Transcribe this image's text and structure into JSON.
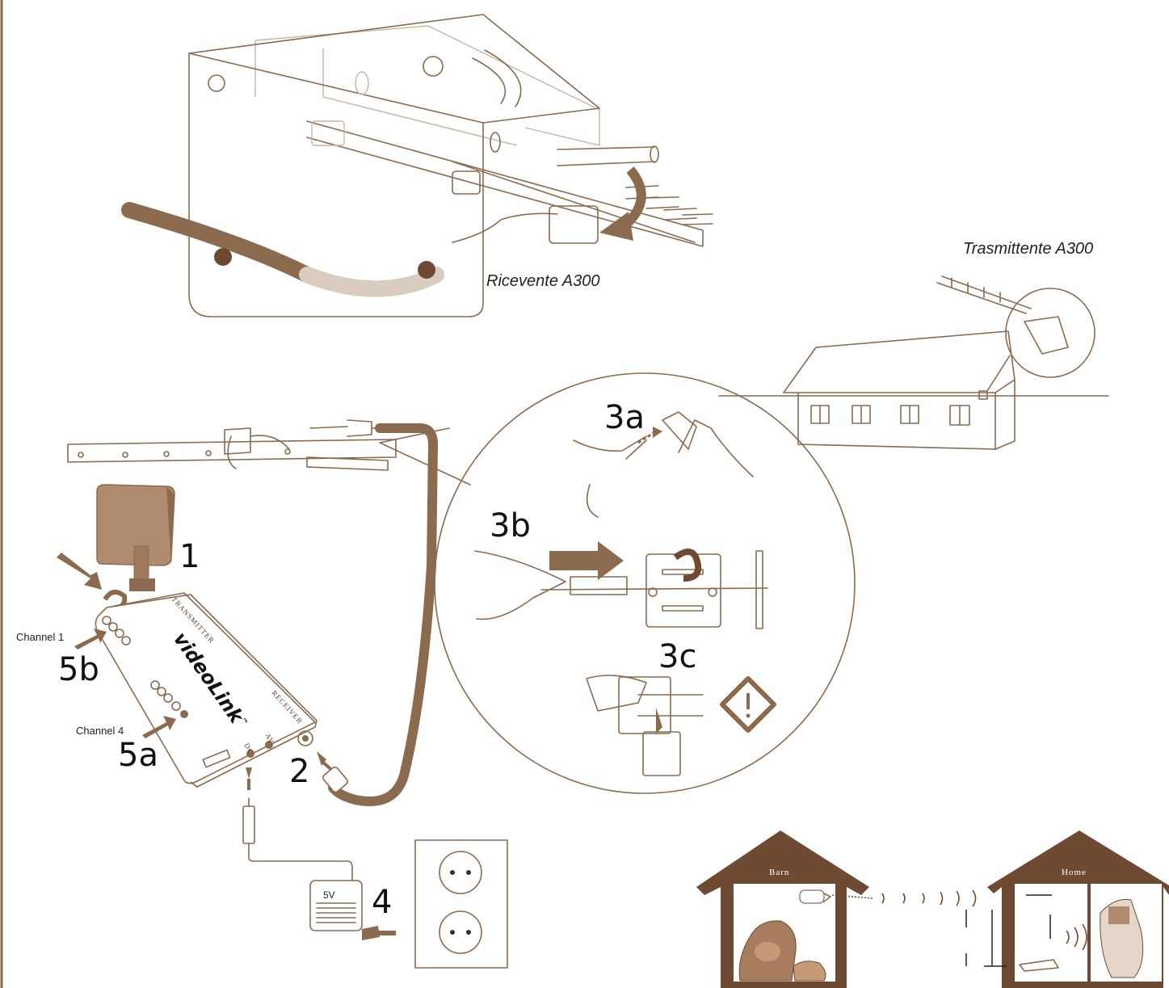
{
  "captions": {
    "receiver": "Ricevente A300",
    "transmitter": "Trasmittente A300"
  },
  "steps": {
    "s1": "1",
    "s2": "2",
    "s3a": "3a",
    "s3b": "3b",
    "s3c": "3c",
    "s4": "4",
    "s5a": "5a",
    "s5b": "5b"
  },
  "channels": {
    "ch1": "Channel 1",
    "ch4": "Channel 4"
  },
  "device": {
    "brand": "videoLink",
    "tm": "™",
    "transmitter_label": "TRANSMITTER",
    "receiver_label": "RECEIVER",
    "dc_label": "DC",
    "av_label": "AV"
  },
  "power": {
    "voltage": "5V"
  },
  "houses": {
    "barn": "Barn",
    "home": "Home"
  },
  "colors": {
    "primary_brown": "#8b6a4e",
    "light_brown": "#c9b39f",
    "dark_brown": "#6e4a33"
  },
  "icons": [
    "warning-icon",
    "arrow-icon",
    "rotate-icon",
    "antenna-icon",
    "wall-socket-icon",
    "power-adapter-icon",
    "camera-icon",
    "cow-icon"
  ]
}
